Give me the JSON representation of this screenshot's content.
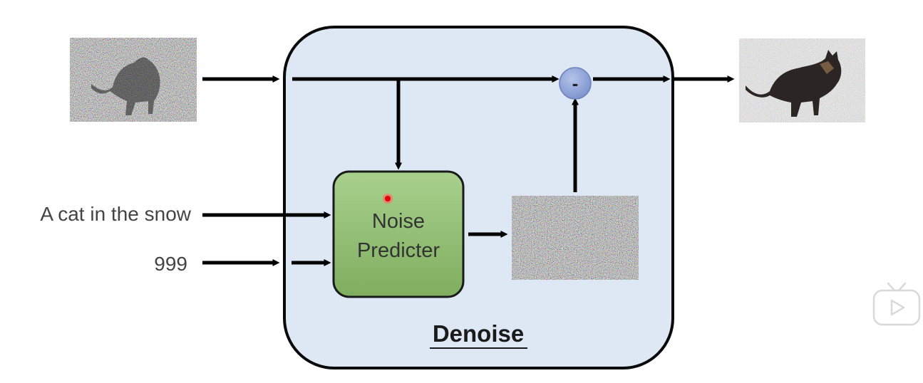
{
  "diagram": {
    "title": "Denoise",
    "inputs": {
      "text_prompt": "A cat in the snow",
      "step": "999"
    },
    "noise_predicter": {
      "line1": "Noise",
      "line2": "Predicter"
    },
    "subtract_operator": "-",
    "images": {
      "input_image": "noisy-cat-image",
      "predicted_noise": "noise-image",
      "output_image": "less-noisy-cat-image"
    }
  },
  "colors": {
    "denoise_fill": "#dde8f4",
    "denoise_stroke": "#0a0a0a",
    "np_fill": "#8fbf70",
    "np_stroke": "#1a1a1a",
    "op_fill": "#8ea3d7",
    "arrow": "#000000"
  },
  "overlay": {
    "icon": "video-play-icon"
  }
}
